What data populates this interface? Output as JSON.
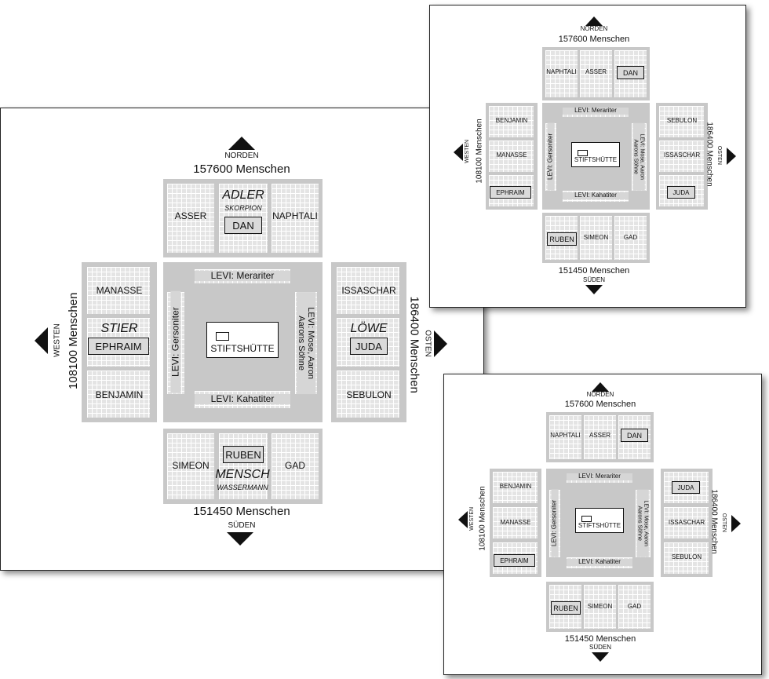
{
  "large": {
    "north": {
      "direction": "NORDEN",
      "count": "157600 Menschen"
    },
    "south": {
      "direction": "SÜDEN",
      "count": "151450 Menschen"
    },
    "west": {
      "direction": "WESTEN",
      "count": "108100 Menschen"
    },
    "east": {
      "direction": "OSTEN",
      "count": "186400 Menschen"
    },
    "camp_north": {
      "tribe_left": "ASSER",
      "tribe_center": "DAN",
      "tribe_right": "NAPHTALI",
      "symbol": "ADLER",
      "sub_symbol": "SKORPION"
    },
    "camp_south": {
      "tribe_left": "SIMEON",
      "tribe_center": "RUBEN",
      "tribe_right": "GAD",
      "symbol": "MENSCH",
      "sub_symbol": "WASSERMANN"
    },
    "camp_west": {
      "tribe_top": "MANASSE",
      "tribe_center": "EPHRAIM",
      "tribe_bottom": "BENJAMIN",
      "symbol": "STIER"
    },
    "camp_east": {
      "tribe_top": "ISSASCHAR",
      "tribe_center": "JUDA",
      "tribe_bottom": "SEBULON",
      "symbol": "LÖWE"
    },
    "center": {
      "top": "LEVI: Merariter",
      "bottom": "LEVI: Kahatiter",
      "left": "LEVI: Gersoniter",
      "right_line1": "LEVI: Mose, Aaron",
      "right_line2": "Aarons Söhne",
      "tabernacle": "STIFTSHÜTTE"
    }
  },
  "top_right": {
    "north": {
      "direction": "NORDEN",
      "count": "157600 Menschen"
    },
    "south": {
      "direction": "SÜDEN",
      "count": "151450 Menschen"
    },
    "west": {
      "direction": "WESTEN",
      "count": "108100 Menschen"
    },
    "east": {
      "direction": "OSTEN",
      "count": "186400 Menschen"
    },
    "camp_north": [
      "NAPHTALI",
      "ASSER",
      "DAN"
    ],
    "camp_south": [
      "RUBEN",
      "SIMEON",
      "GAD"
    ],
    "camp_west": [
      "BENJAMIN",
      "MANASSE",
      "EPHRAIM"
    ],
    "camp_east": [
      "SEBULON",
      "ISSASCHAR",
      "JUDA"
    ],
    "center": {
      "top": "LEVI: Merariter",
      "bottom": "LEVI: Kahatiter",
      "left": "LEVI: Gersoniter",
      "right_line1": "LEVI: Mose, Aaron",
      "right_line2": "Aarons Söhne",
      "tabernacle": "STIFTSHÜTTE"
    }
  },
  "bottom_right": {
    "north": {
      "direction": "NORDEN",
      "count": "157600 Menschen"
    },
    "south": {
      "direction": "SÜDEN",
      "count": "151450 Menschen"
    },
    "west": {
      "direction": "WESTEN",
      "count": "108100 Menschen"
    },
    "east": {
      "direction": "OSTEN",
      "count": "186400 Menschen"
    },
    "camp_north": [
      "NAPHTALI",
      "ASSER",
      "DAN"
    ],
    "camp_south": [
      "RUBEN",
      "SIMEON",
      "GAD"
    ],
    "camp_west": [
      "BENJAMIN",
      "MANASSE",
      "EPHRAIM"
    ],
    "camp_east": [
      "JUDA",
      "ISSASCHAR",
      "SEBULON"
    ],
    "center": {
      "top": "LEVI: Merariter",
      "bottom": "LEVI: Kahatiter",
      "left": "LEVI: Gersoniter",
      "right_line1": "LEVI: Mose, Aaron",
      "right_line2": "Aarons Söhne",
      "tabernacle": "STIFTSHÜTTE"
    }
  }
}
